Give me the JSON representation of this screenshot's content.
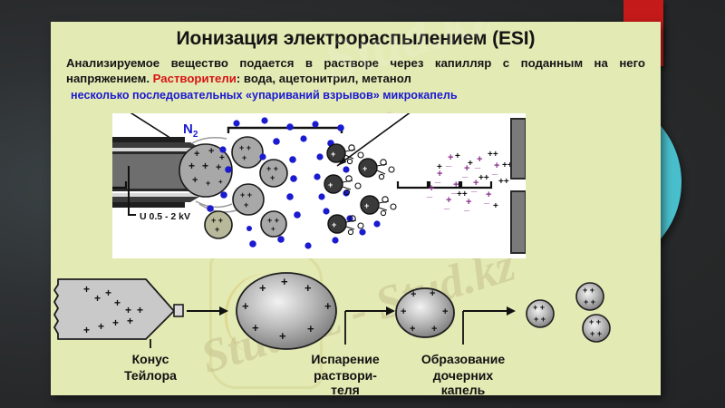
{
  "slide": {
    "title": "Ионизация электрораспылением (ESI)",
    "body_part1": "Анализируемое вещество подается в растворе через капилляр с поданным на него напряжением. ",
    "body_highlight": "Растворители",
    "body_part2": ": вода, ацетонитрил, метанол",
    "subtitle": "несколько последовательных «упариваний взрывов» микрокапель",
    "panel_color": "#e4eab4",
    "background_color": "#2e3133"
  },
  "decor": {
    "red_block": "red-rectangle",
    "teal_circle": "teal-circle",
    "red_color": "#c51a1a",
    "teal_color": "#49bfcd"
  },
  "watermarks": {
    "top": "Stud.kz",
    "middle": "kz - Stud.kz",
    "bottom": "Stud.kz - Stud.kz"
  },
  "diagram": {
    "nitrogen_label": "N",
    "nitrogen_sub": "2",
    "voltage_label": "U 0.5 - 2 kV",
    "nitrogen_color": "#1a1ad0",
    "droplet_fill": "#aaaaaa",
    "solvent_dot_color": "#1a1ad0",
    "ion_color": "#8b2f8b",
    "capillary_color": "#5a5a5a"
  },
  "bottom_steps": [
    {
      "id": "taylor-cone",
      "line1": "Конус",
      "line2": "Тейлора",
      "line3": ""
    },
    {
      "id": "solvent-evaporation",
      "line1": "Испарение",
      "line2": "раствори-",
      "line3": "теля"
    },
    {
      "id": "daughter-droplets",
      "line1": "Образование",
      "line2": "дочерних",
      "line3": "капель"
    }
  ]
}
